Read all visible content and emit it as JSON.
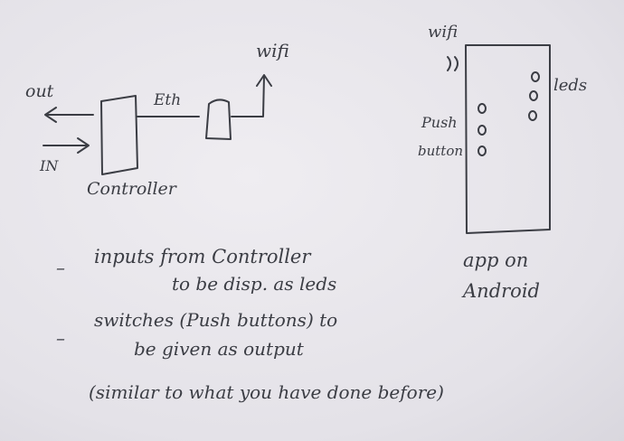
{
  "labels": {
    "out": "out",
    "in": "IN",
    "eth": "Eth",
    "wifi_top": "wifi",
    "controller": "Controller",
    "wifi_phone": "wifi",
    "leds": "leds",
    "push": "Push",
    "button": "button",
    "app_line1": "app on",
    "app_line2": "Android"
  },
  "notes": {
    "bullet": "–",
    "note1_line1": "inputs from Controller",
    "note1_line2": "to be disp. as leds",
    "note2_line1": "switches (Push buttons) to",
    "note2_line2": "be given as output",
    "note3": "(similar to what you have done before)"
  }
}
